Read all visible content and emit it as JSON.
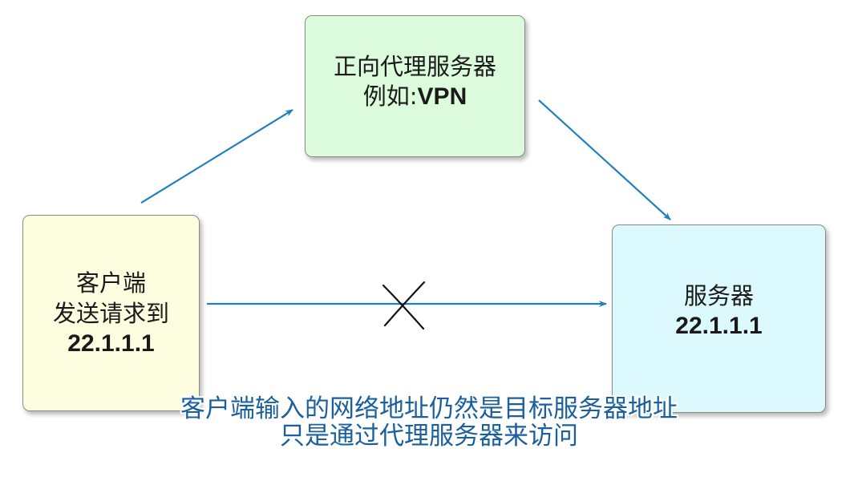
{
  "proxy": {
    "title": "正向代理服务器",
    "example_prefix": "例如:",
    "example_name": "VPN"
  },
  "client": {
    "title": "客户端",
    "action": "发送请求到",
    "ip": "22.1.1.1"
  },
  "server": {
    "title": "服务器",
    "ip": "22.1.1.1"
  },
  "caption": {
    "line1": "客户端输入的网络地址仍然是目标服务器地址",
    "line2": "只是通过代理服务器来访问"
  },
  "colors": {
    "arrow": "#1f7fc0",
    "proxy_fill": "#dcfadc",
    "client_fill": "#fdfde0",
    "server_fill": "#dcfafd",
    "caption_text": "#1a5f9e"
  }
}
